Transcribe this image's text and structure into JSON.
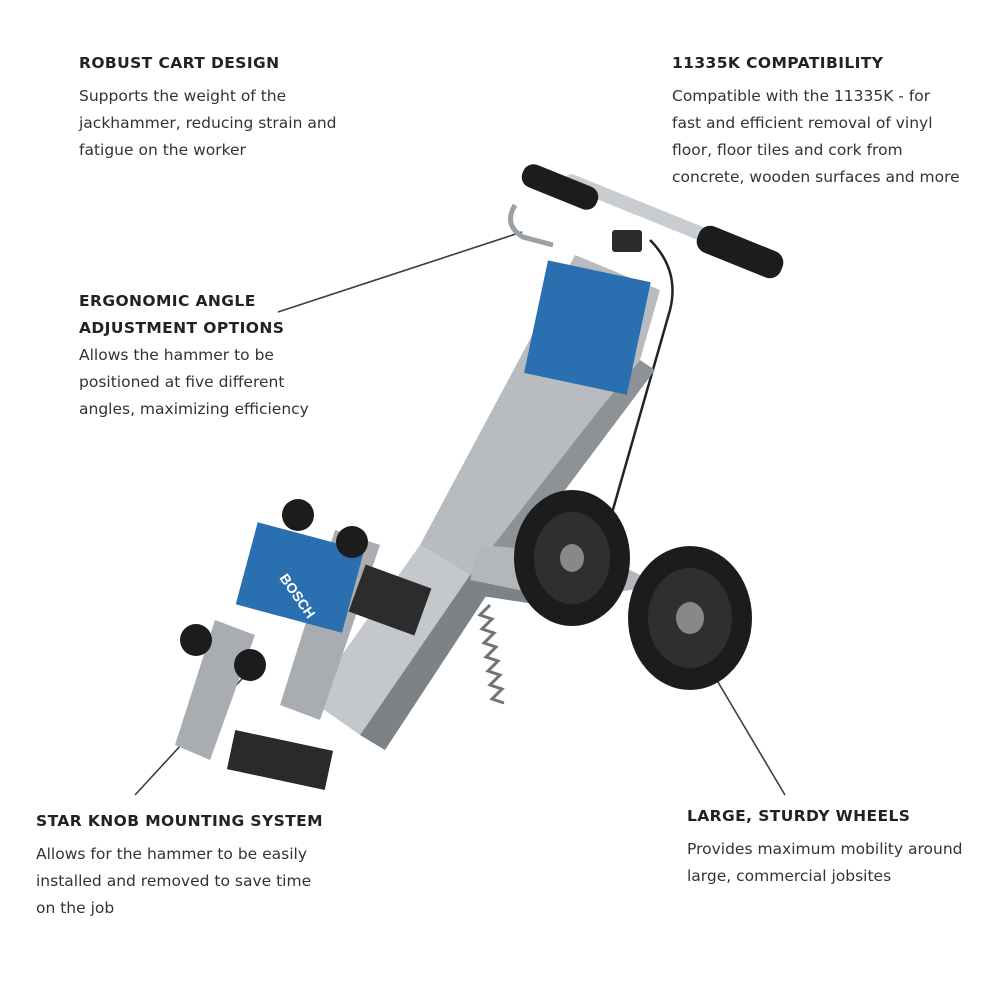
{
  "callouts": {
    "robust_cart": {
      "title": "ROBUST CART DESIGN",
      "body": "Supports the weight of the\njackhammer, reducing strain and\nfatigue on the worker"
    },
    "compatibility": {
      "title": "11335K COMPATIBILITY",
      "body": "Compatible with the 11335K - for\nfast and efficient removal of vinyl\nfloor, floor tiles and cork from\nconcrete, wooden surfaces and more"
    },
    "ergonomic": {
      "title": "ERGONOMIC ANGLE\nADJUSTMENT OPTIONS",
      "body": "Allows the hammer to be\npositioned at five different\nangles, maximizing efficiency"
    },
    "star_knob": {
      "title": "STAR KNOB MOUNTING SYSTEM",
      "body": "Allows for the hammer to be easily\ninstalled and removed to save time\non the job"
    },
    "wheels": {
      "title": "LARGE, STURDY WHEELS",
      "body": "Provides maximum mobility around\nlarge, commercial jobsites"
    }
  },
  "product": {
    "brand_label": "BOSCH",
    "colors": {
      "frame": "#b8bcc0",
      "frame_dark": "#7d8287",
      "rubber": "#1c1c1c",
      "label_blue": "#2a6fb0",
      "leader": "#3a3f44"
    }
  }
}
